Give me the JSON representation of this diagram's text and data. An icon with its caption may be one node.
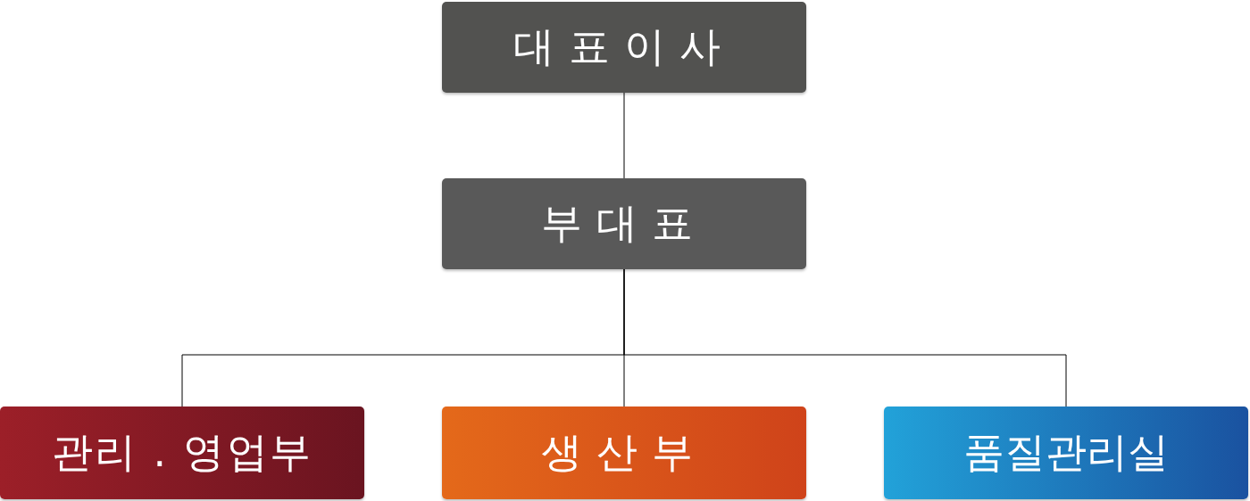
{
  "diagram": {
    "nodes": [
      {
        "text": [
          "대표이사"
        ]
      },
      {
        "text": [
          "부대표"
        ]
      },
      {
        "text": [
          "관리 . 영업부"
        ]
      },
      {
        "text": [
          "생산부"
        ]
      },
      {
        "text": [
          "품질관리실"
        ]
      }
    ],
    "edges": [
      {
        "from": 0,
        "to": 1,
        "arrow": "none"
      },
      {
        "from": 1,
        "to": 2,
        "arrow": "none"
      },
      {
        "from": 1,
        "to": 3,
        "arrow": "none"
      },
      {
        "from": 1,
        "to": 4,
        "arrow": "none"
      }
    ]
  }
}
